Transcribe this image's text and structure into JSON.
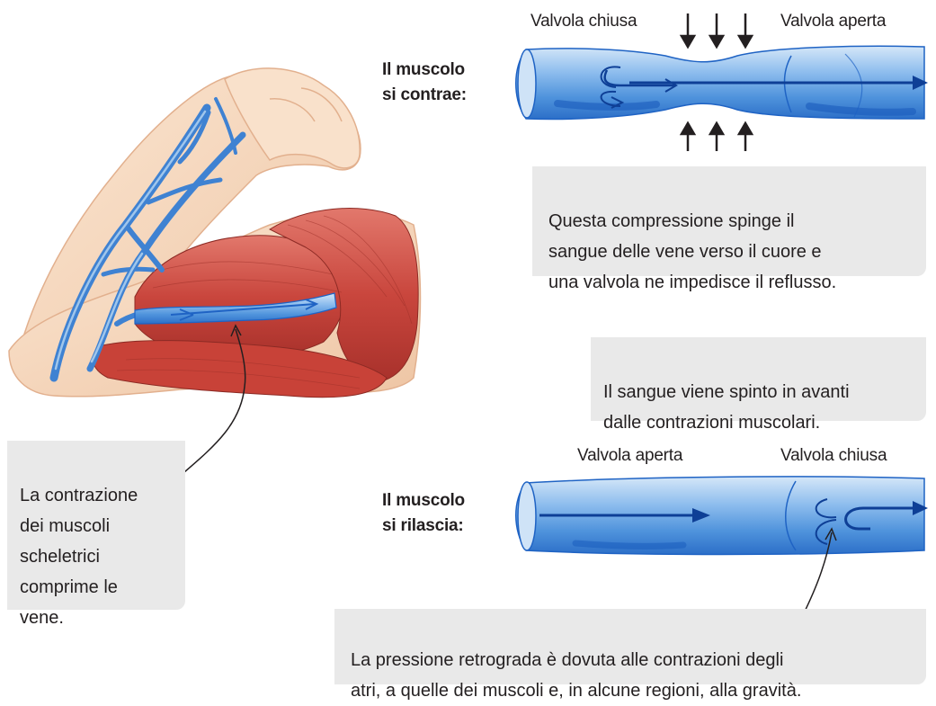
{
  "top_diagram": {
    "label_valve_closed": "Valvola chiusa",
    "label_valve_open": "Valvola aperta",
    "muscle_state": "Il muscolo\nsi contrae:",
    "caption": "Questa compressione spinge il\nsangue delle vene verso il cuore e\nuna valvola ne impedisce il reflusso."
  },
  "middle_caption": "Il sangue viene spinto in avanti\ndalle contrazioni muscolari.",
  "bottom_diagram": {
    "label_valve_open": "Valvola aperta",
    "label_valve_closed": "Valvola chiusa",
    "muscle_state": "Il muscolo\nsi rilascia:",
    "caption": "La pressione retrograda è dovuta alle contrazioni degli\natri, a quelle dei muscoli e, in alcune regioni, alla gravità."
  },
  "arm_caption": "La contrazione\ndei muscoli\nscheletrici\ncomprime le\nvene.",
  "colors": {
    "vein_light": "#b9d7f2",
    "vein_mid": "#5b9de0",
    "vein_dark": "#1f63c4",
    "muscle": "#c9463d",
    "skin": "#f7dcc2",
    "caption_bg": "#e9e9e9"
  }
}
